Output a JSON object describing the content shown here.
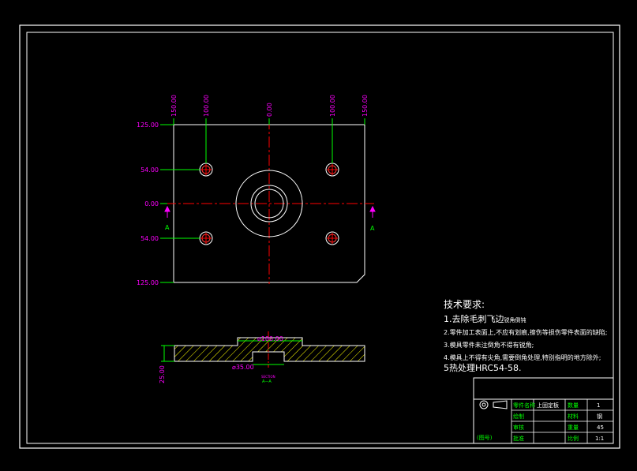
{
  "colors": {
    "background": "#000000",
    "outline": "#ffffff",
    "centerline": "#ff0000",
    "dimension": "#00ff00",
    "dimension_text": "#ff00ff",
    "section_hatch": "#ffff00",
    "title_text": "#00ff00"
  },
  "plan_view": {
    "top_dims": [
      "150.00",
      "100.00",
      "0.00",
      "100.00",
      "150.00"
    ],
    "left_dims": [
      "125.00",
      "54.00",
      "0.00",
      "54.00",
      "125.00"
    ],
    "section_marker_left": "A",
    "section_marker_right": "A"
  },
  "section_view": {
    "dim_top_diameter": "⌀100.00",
    "dim_bottom_diameter": "⌀35.00",
    "dim_thickness": "25.00",
    "caption_small": "SECTION",
    "caption": "A—A"
  },
  "requirements": {
    "title": "技术要求:",
    "items": [
      "1.去除毛刺飞边",
      "2.零件加工表面上,不应有划痕,擦伤等损伤零件表面的缺陷;",
      "3.模具零件未注倒角不得有锐角;",
      "4.模具上不得有尖角,需要倒角处理,特别指明的地方除外;",
      "5热处理HRC54-58."
    ],
    "item1_suffix": "锐角倒钝"
  },
  "title_block": {
    "part_name_label": "零件名称",
    "part_name": "上固定板",
    "qty_label": "数量",
    "qty": "1",
    "drawn_label": "绘制",
    "material_label": "材料",
    "material": "钢",
    "check_label": "审核",
    "weight_label": "重量",
    "weight": "45",
    "approve_label": "批准",
    "scale_label": "比例",
    "scale": "1:1",
    "remark": "(图号)"
  }
}
